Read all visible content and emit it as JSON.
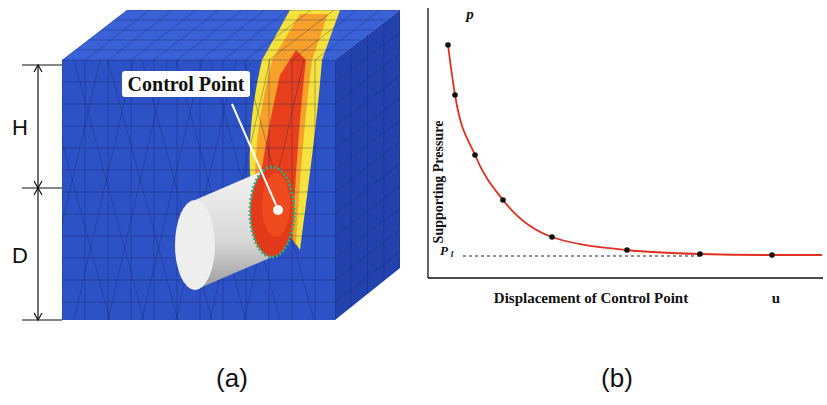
{
  "diagram": {
    "labels": [
      "H",
      "D",
      "Control Point",
      "Supporting Pressure",
      "p",
      "P",
      "l",
      "Displacement of Control Point",
      "u",
      "(a)",
      "(b)"
    ]
  }
}
